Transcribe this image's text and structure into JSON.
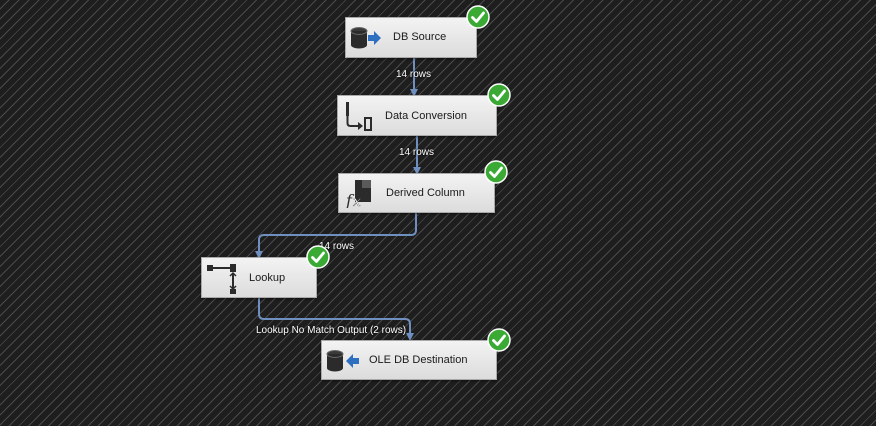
{
  "components": {
    "db_source": {
      "label": "DB Source",
      "status": "success"
    },
    "data_conversion": {
      "label": "Data Conversion",
      "status": "success"
    },
    "derived_column": {
      "label": "Derived Column",
      "status": "success"
    },
    "lookup": {
      "label": "Lookup",
      "status": "success"
    },
    "ole_db_destination": {
      "label": "OLE DB Destination",
      "status": "success"
    }
  },
  "paths": {
    "source_to_conversion": "14 rows",
    "conversion_to_derived": "14 rows",
    "derived_to_lookup": "14 rows",
    "lookup_to_destination": "Lookup No Match Output (2 rows)"
  },
  "colors": {
    "flow_line": "#6f8fc0",
    "success_check": "#3aaa35",
    "component_border": "#a9a9a9"
  },
  "icons": {
    "db_source": "database-source-icon",
    "data_conversion": "data-conversion-icon",
    "derived_column": "fx-derived-column-icon",
    "lookup": "lookup-icon",
    "ole_db_destination": "database-destination-icon",
    "status": "success-check-icon"
  }
}
